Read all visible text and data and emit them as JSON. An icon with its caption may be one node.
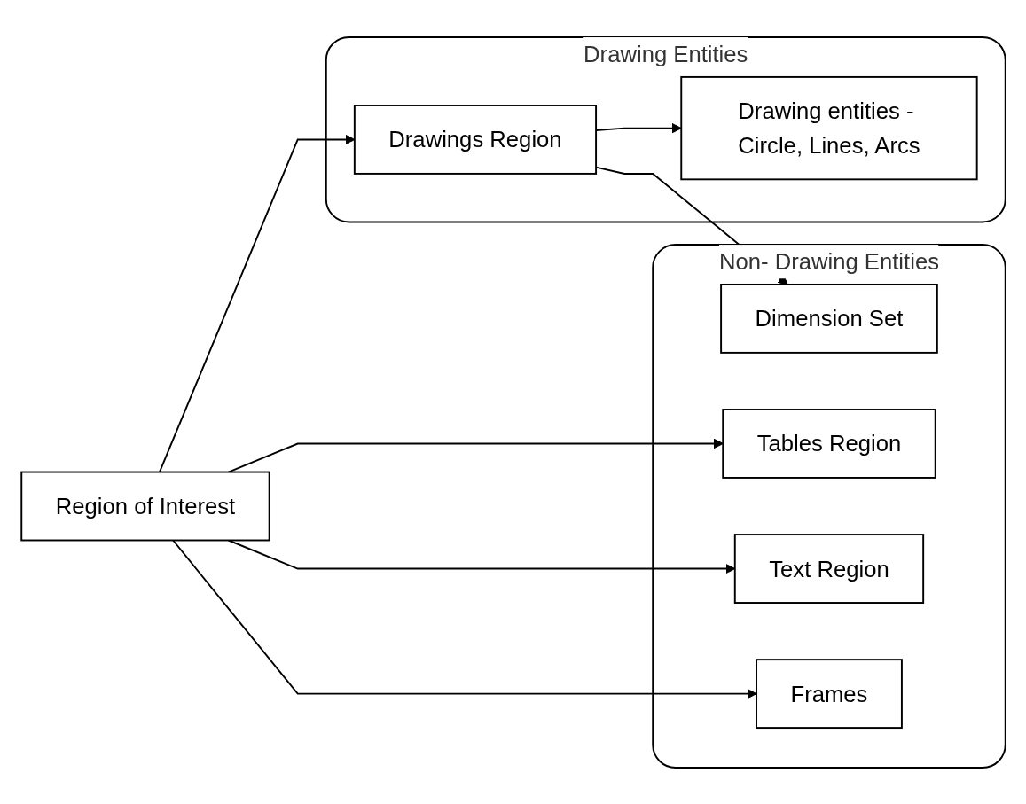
{
  "diagram": {
    "nodes": [
      {
        "text": [
          "Region of Interest"
        ]
      },
      {
        "text": [
          "Drawing Entities"
        ]
      },
      {
        "text": [
          "Drawings Region"
        ],
        "in": 1
      },
      {
        "text": [
          "Drawing entities - Circle, Lines, Arcs"
        ],
        "in": 1
      },
      {
        "text": [
          "Non- Drawing Entities"
        ]
      },
      {
        "text": [
          "Tables Region"
        ],
        "in": 4
      },
      {
        "text": [
          "Dimension Set"
        ],
        "in": 4
      },
      {
        "text": [
          "Text Region"
        ],
        "in": 4
      },
      {
        "text": [
          "Frames"
        ],
        "in": 4
      }
    ],
    "edges": [
      {
        "from": 0,
        "to": 2,
        "arrow": "to"
      },
      {
        "from": 0,
        "to": 5,
        "arrow": "to"
      },
      {
        "from": 0,
        "to": 7,
        "arrow": "to"
      },
      {
        "from": 0,
        "to": 8,
        "arrow": "to"
      },
      {
        "from": 2,
        "to": 3,
        "arrow": "to"
      },
      {
        "from": 2,
        "to": 6,
        "arrow": "to"
      }
    ]
  }
}
